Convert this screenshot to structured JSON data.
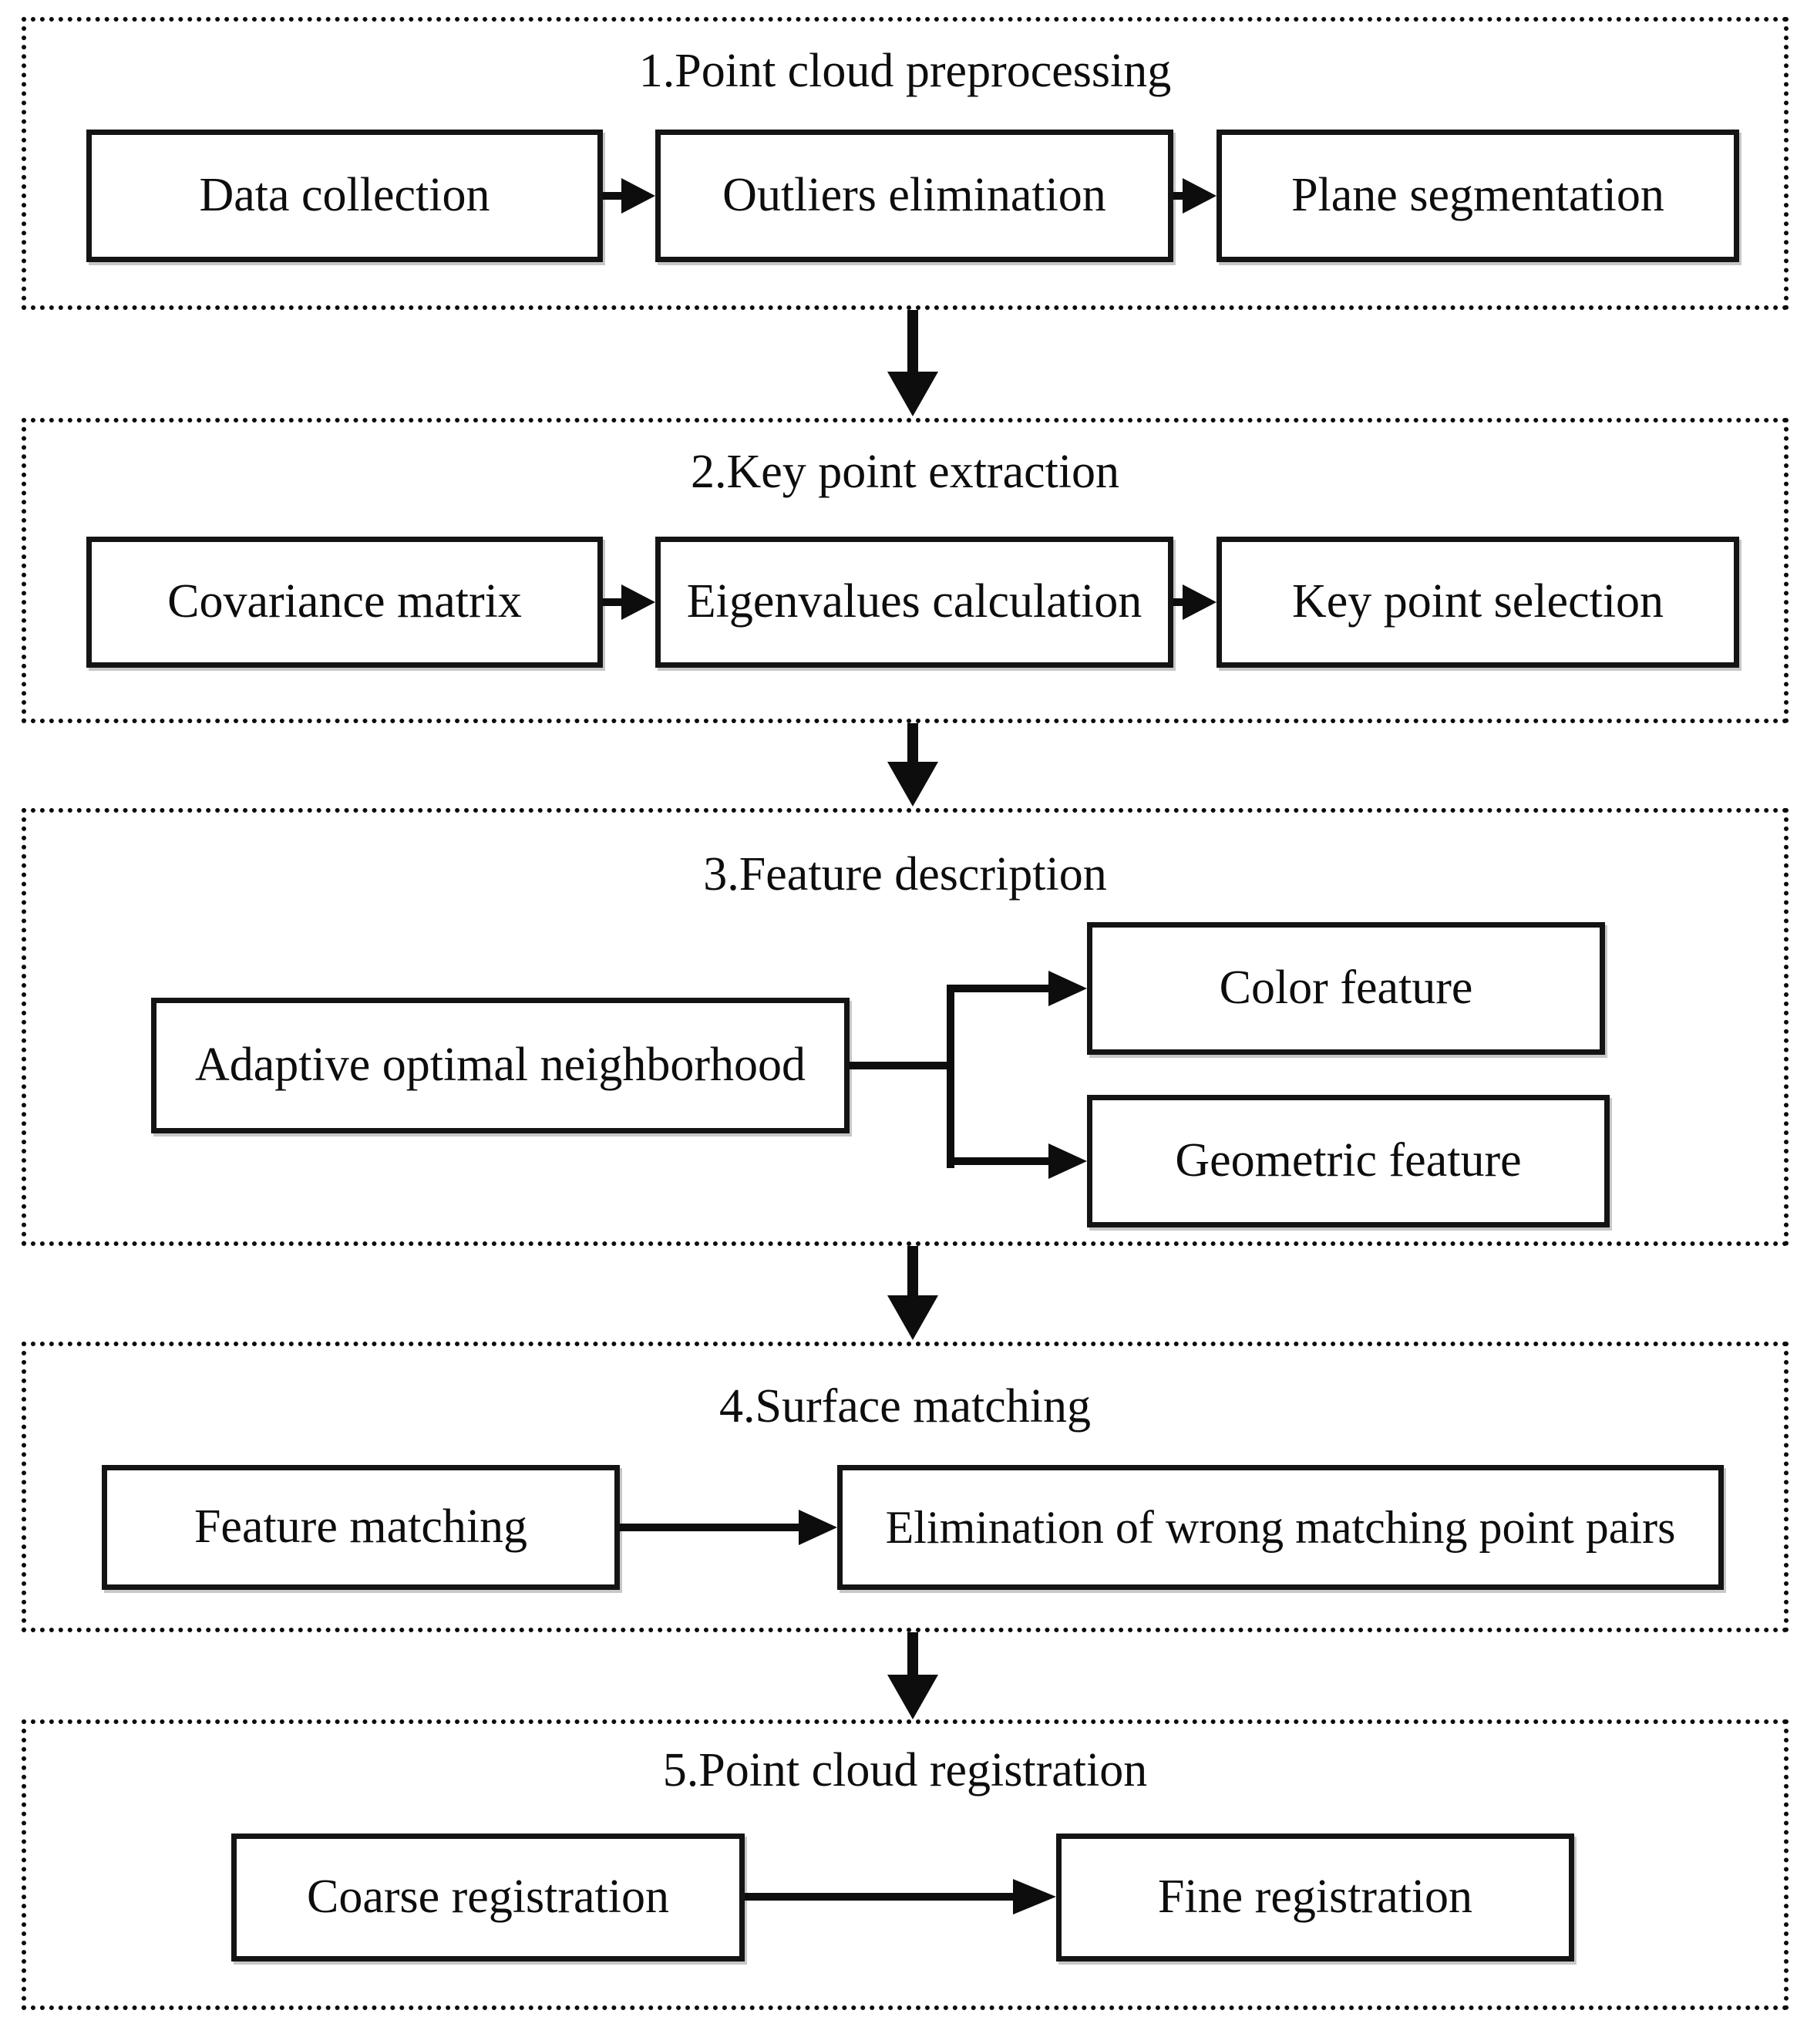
{
  "figure": {
    "kind": "flowchart",
    "background_color": "#ffffff",
    "line_color": "#000000",
    "sections": [
      {
        "title": "1.Point cloud preprocessing",
        "boxes": [
          {
            "label": "Data collection"
          },
          {
            "label": "Outliers elimination"
          },
          {
            "label": "Plane segmentation"
          }
        ]
      },
      {
        "title": "2.Key point extraction",
        "boxes": [
          {
            "label": "Covariance matrix"
          },
          {
            "label": "Eigenvalues calculation"
          },
          {
            "label": "Key point selection"
          }
        ]
      },
      {
        "title": "3.Feature description",
        "boxes": [
          {
            "label": "Adaptive optimal neighborhood"
          },
          {
            "label": "Color feature"
          },
          {
            "label": "Geometric feature"
          }
        ]
      },
      {
        "title": "4.Surface matching",
        "boxes": [
          {
            "label": "Feature matching"
          },
          {
            "label": "Elimination of wrong matching point pairs"
          }
        ]
      },
      {
        "title": "5.Point cloud registration",
        "boxes": [
          {
            "label": "Coarse registration"
          },
          {
            "label": "Fine registration"
          }
        ]
      }
    ],
    "flow": [
      "Data collection -> Outliers elimination",
      "Outliers elimination -> Plane segmentation",
      "1.Point cloud preprocessing -> 2.Key point extraction",
      "Covariance matrix -> Eigenvalues calculation",
      "Eigenvalues calculation -> Key point selection",
      "2.Key point extraction -> 3.Feature description",
      "Adaptive optimal neighborhood -> Color feature",
      "Adaptive optimal neighborhood -> Geometric feature",
      "3.Feature description -> 4.Surface matching",
      "Feature matching -> Elimination of wrong matching point pairs",
      "4.Surface matching -> 5.Point cloud registration",
      "Coarse registration -> Fine registration"
    ]
  }
}
